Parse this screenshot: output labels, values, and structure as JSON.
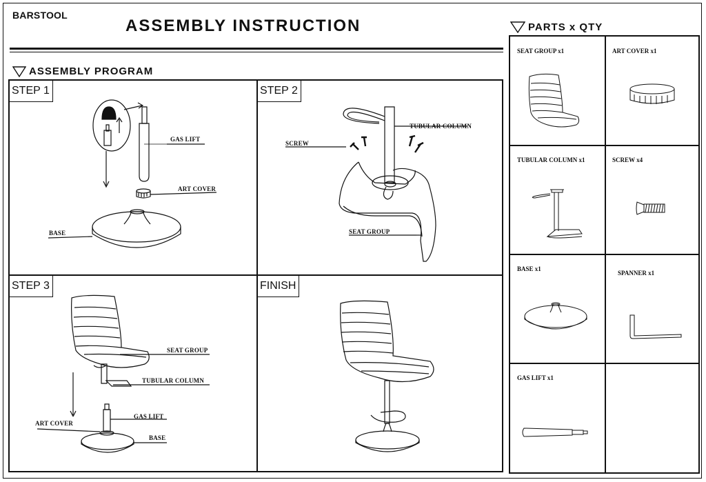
{
  "header": {
    "brand": "BARSTOOL",
    "title": "ASSEMBLY  INSTRUCTION"
  },
  "program": {
    "heading": "ASSEMBLY PROGRAM",
    "steps": [
      {
        "tag": "STEP 1",
        "labels": {
          "gas_lift": "GAS LIFT",
          "art_cover": "ART COVER",
          "base": "BASE"
        }
      },
      {
        "tag": "STEP 2",
        "labels": {
          "tubular_column": "TUBULAR COLUMN",
          "screw": "SCREW",
          "seat_group": "SEAT GROUP"
        }
      },
      {
        "tag": "STEP 3",
        "labels": {
          "seat_group": "SEAT GROUP",
          "tubular_column": "TUBULAR COLUMN",
          "art_cover": "ART COVER",
          "gas_lift": "GAS LIFT",
          "base": "BASE"
        }
      },
      {
        "tag": "FINISH",
        "labels": {}
      }
    ]
  },
  "parts": {
    "heading": "PARTS x QTY",
    "items": [
      {
        "label": "SEAT GROUP  x1",
        "icon": "seat-group-icon"
      },
      {
        "label": "ART COVER  x1",
        "icon": "art-cover-icon"
      },
      {
        "label": "TUBULAR COLUMN x1",
        "icon": "tubular-column-icon"
      },
      {
        "label": "SCREW   x4",
        "icon": "screw-icon"
      },
      {
        "label": "BASE   x1",
        "icon": "base-icon"
      },
      {
        "label": "SPANNER  x1",
        "icon": "spanner-icon"
      },
      {
        "label": "GAS LIFT   x1",
        "icon": "gas-lift-icon"
      },
      {
        "label": "",
        "icon": ""
      }
    ]
  }
}
